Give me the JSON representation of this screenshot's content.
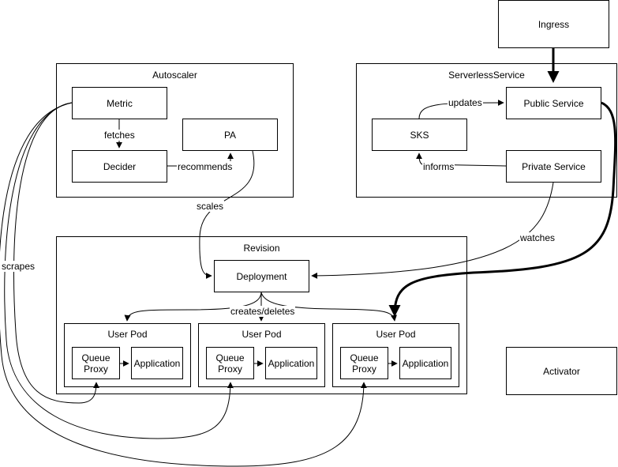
{
  "groups": {
    "autoscaler": "Autoscaler",
    "serverless_service": "ServerlessService",
    "revision": "Revision"
  },
  "nodes": {
    "ingress": "Ingress",
    "metric": "Metric",
    "decider": "Decider",
    "pa": "PA",
    "sks": "SKS",
    "public_service": "Public Service",
    "private_service": "Private Service",
    "deployment": "Deployment",
    "activator": "Activator",
    "user_pod": "User Pod",
    "queue_proxy": "Queue\nProxy",
    "application": "Application"
  },
  "edges": {
    "fetches": "fetches",
    "recommends": "recommends",
    "scales": "scales",
    "updates": "updates",
    "informs": "informs",
    "watches": "watches",
    "creates_deletes": "creates/deletes",
    "scrapes": "scrapes"
  }
}
